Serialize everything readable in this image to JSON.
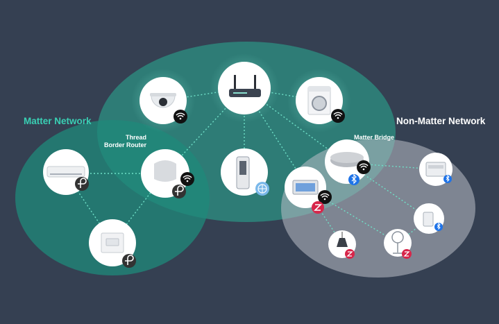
{
  "labels": {
    "matter_network": "Matter Network",
    "non_matter_network": "Non-Matter Network",
    "thread_border_router_line1": "Thread",
    "thread_border_router_line2": "Border Router",
    "matter_bridge": "Matter Bridge"
  },
  "colors": {
    "background": "#354052",
    "matter_accent": "#39d0b4",
    "thread_zone": "#1f8a7b",
    "wifi_zone": "#2aa18d",
    "non_matter_zone": "#8c93a0",
    "wifi_badge": "#111111",
    "thread_badge": "#333333",
    "bluetooth_badge": "#1e73e8",
    "zigbee_badge": "#d7264a"
  },
  "devices": [
    {
      "id": "security-camera",
      "icon": "security-camera-icon",
      "badge": "wifi-icon",
      "network": "matter"
    },
    {
      "id": "wifi-router",
      "icon": "wifi-router-icon",
      "badge": "",
      "network": "matter"
    },
    {
      "id": "washing-machine",
      "icon": "washing-machine-icon",
      "badge": "wifi-icon",
      "network": "matter"
    },
    {
      "id": "air-conditioner",
      "icon": "air-conditioner-icon",
      "badge": "thread-icon",
      "network": "matter"
    },
    {
      "id": "smart-speaker",
      "icon": "smart-speaker-icon",
      "badge": "wifi-icon, thread-icon",
      "network": "matter"
    },
    {
      "id": "air-purifier",
      "icon": "air-purifier-icon",
      "badge": "ethernet-icon",
      "network": "matter"
    },
    {
      "id": "wall-switch",
      "icon": "wall-switch-icon",
      "badge": "thread-icon",
      "network": "matter"
    },
    {
      "id": "matter-bridge-hub",
      "icon": "smart-hub-icon",
      "badge": "wifi-icon, bluetooth-icon",
      "network": "bridge"
    },
    {
      "id": "control-panel",
      "icon": "control-panel-icon",
      "badge": "wifi-icon, zigbee-icon",
      "network": "bridge"
    },
    {
      "id": "thermostat",
      "icon": "thermostat-icon",
      "badge": "bluetooth-icon",
      "network": "non-matter"
    },
    {
      "id": "door-sensor",
      "icon": "door-sensor-icon",
      "badge": "bluetooth-icon",
      "network": "non-matter"
    },
    {
      "id": "pendant-lamp",
      "icon": "pendant-lamp-icon",
      "badge": "zigbee-icon",
      "network": "non-matter"
    },
    {
      "id": "standing-fan",
      "icon": "fan-icon",
      "badge": "zigbee-icon",
      "network": "non-matter"
    }
  ]
}
